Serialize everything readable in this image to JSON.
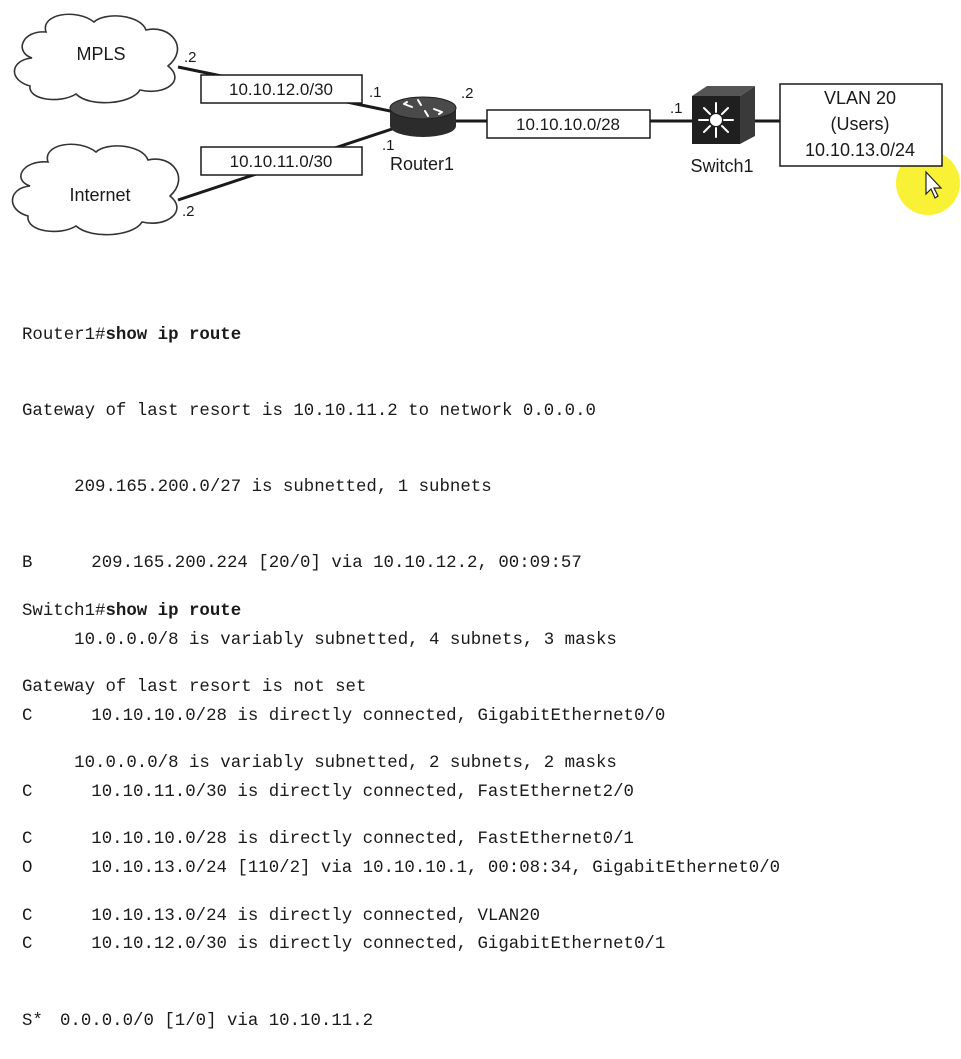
{
  "diagram": {
    "clouds": [
      {
        "id": "mpls",
        "label": "MPLS",
        "addr": ".2"
      },
      {
        "id": "internet",
        "label": "Internet",
        "addr": ".2"
      }
    ],
    "links": [
      {
        "id": "mpls-link",
        "subnet": "10.10.12.0/30",
        "router_addr": ".1"
      },
      {
        "id": "internet-link",
        "subnet": "10.10.11.0/30",
        "router_addr": ".1"
      },
      {
        "id": "switch-link",
        "subnet": "10.10.10.0/28",
        "router_addr": ".2",
        "switch_addr": ".1"
      }
    ],
    "router": {
      "label": "Router1"
    },
    "switch": {
      "label": "Switch1"
    },
    "vlan_box": {
      "line1": "VLAN 20",
      "line2": "(Users)",
      "line3": "10.10.13.0/24"
    },
    "highlight_color": "#f7ef1f",
    "cursor_icon": "mouse-pointer-icon",
    "router_icon": "router-icon",
    "switch_icon": "multilayer-switch-icon",
    "cloud_icon": "cloud-icon"
  },
  "router_cli": {
    "prompt": "Router1#",
    "command": "show ip route",
    "lines": [
      {
        "code": "",
        "text": "Gateway of last resort is 10.10.11.2 to network 0.0.0.0"
      },
      {
        "code": "",
        "text": "     209.165.200.0/27 is subnetted, 1 subnets"
      },
      {
        "code": "B",
        "text": "   209.165.200.224 [20/0] via 10.10.12.2, 00:09:57"
      },
      {
        "code": "",
        "text": "     10.0.0.0/8 is variably subnetted, 4 subnets, 3 masks"
      },
      {
        "code": "C",
        "text": "   10.10.10.0/28 is directly connected, GigabitEthernet0/0"
      },
      {
        "code": "C",
        "text": "   10.10.11.0/30 is directly connected, FastEthernet2/0"
      },
      {
        "code": "O",
        "text": "   10.10.13.0/24 [110/2] via 10.10.10.1, 00:08:34, GigabitEthernet0/0"
      },
      {
        "code": "C",
        "text": "   10.10.12.0/30 is directly connected, GigabitEthernet0/1"
      },
      {
        "code": "S*",
        "text": "0.0.0.0/0 [1/0] via 10.10.11.2"
      }
    ]
  },
  "switch_cli": {
    "prompt": "Switch1#",
    "command": "show ip route",
    "lines": [
      {
        "code": "",
        "text": "Gateway of last resort is not set"
      },
      {
        "code": "",
        "text": "     10.0.0.0/8 is variably subnetted, 2 subnets, 2 masks"
      },
      {
        "code": "C",
        "text": "   10.10.10.0/28 is directly connected, FastEthernet0/1"
      },
      {
        "code": "C",
        "text": "   10.10.13.0/24 is directly connected, VLAN20"
      }
    ]
  }
}
